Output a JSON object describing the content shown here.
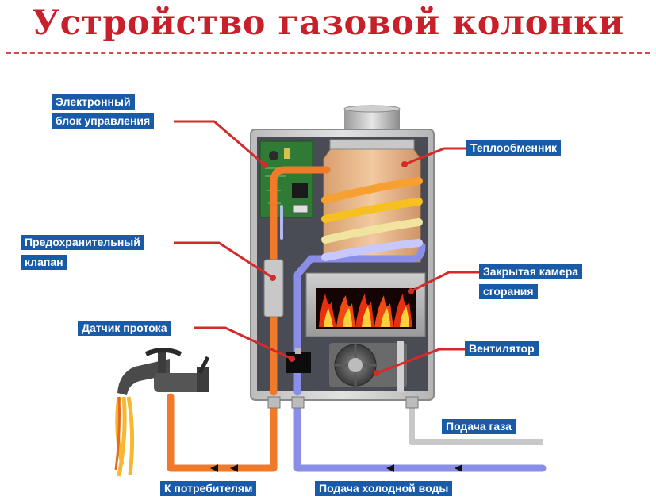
{
  "title": "Устройство газовой колонки",
  "labels": {
    "control_unit_line1": "Электронный",
    "control_unit_line2": "блок управления",
    "safety_valve_line1": "Предохранительный",
    "safety_valve_line2": "клапан",
    "flow_sensor": "Датчик протока",
    "heat_exchanger": "Теплообменник",
    "combustion_line1": "Закрытая камера",
    "combustion_line2": "сгорания",
    "fan": "Вентилятор",
    "gas_supply": "Подача газа",
    "to_consumers": "К потребителям",
    "cold_water": "Подача холодной воды"
  },
  "colors": {
    "title": "#c8202a",
    "label_bg": "#1a5ba8",
    "leader": "#d42a2a",
    "hot_pipe": "#f07a2a",
    "cold_pipe": "#8a8ee6",
    "gas_pipe": "#c8c8c8"
  }
}
